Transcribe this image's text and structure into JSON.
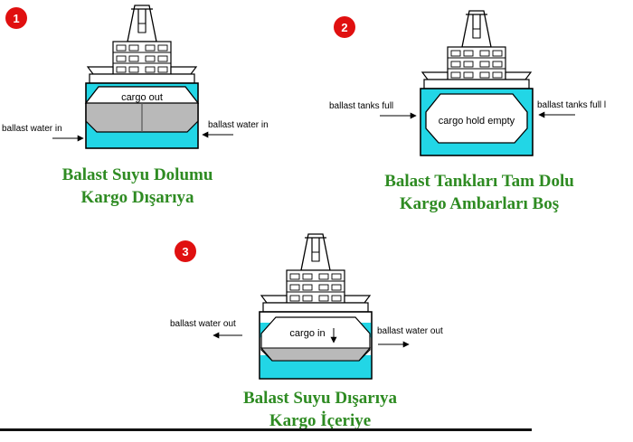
{
  "diagram": {
    "colors": {
      "badge": "#e01010",
      "ballast_water": "#22d6e6",
      "cargo": "#b9b9b9",
      "caption": "#2e8b22",
      "line": "#000000"
    },
    "panels": [
      {
        "badge": "1",
        "hold_label": "cargo out",
        "left_flow_label": "ballast water in",
        "right_flow_label": "ballast water in",
        "caption_line1": "Balast Suyu Dolumu",
        "caption_line2": "Kargo Dışarıya"
      },
      {
        "badge": "2",
        "hold_label": "cargo hold empty",
        "left_flow_label": "ballast tanks full",
        "right_flow_label": "ballast tanks full l",
        "caption_line1": "Balast Tankları Tam Dolu",
        "caption_line2": "Kargo Ambarları Boş"
      },
      {
        "badge": "3",
        "hold_label": "cargo in",
        "left_flow_label": "ballast water out",
        "right_flow_label": "ballast water out",
        "caption_line1": "Balast Suyu Dışarıya",
        "caption_line2": "Kargo İçeriye"
      }
    ]
  }
}
